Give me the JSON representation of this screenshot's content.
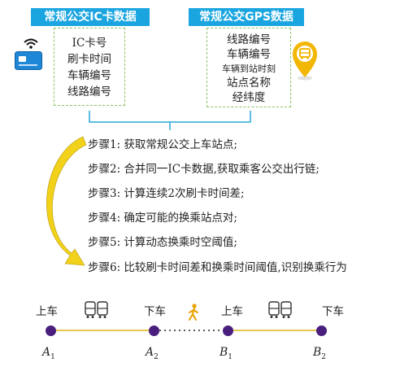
{
  "ic_card": {
    "title": "常规公交IC卡数据",
    "fields": [
      "IC卡号",
      "刷卡时间",
      "车辆编号",
      "线路编号"
    ]
  },
  "gps": {
    "title": "常规公交GPS数据",
    "fields": [
      "线路编号",
      "车辆编号",
      "车辆到站时刻",
      "站点名称",
      "经纬度"
    ]
  },
  "steps": [
    "步骤1: 获取常规公交上车站点;",
    "步骤2: 合并同一IC卡数据,获取乘客公交出行链;",
    "步骤3: 计算连续2次刷卡时间差;",
    "步骤4: 确定可能的换乘站点对;",
    "步骤5: 计算动态换乘时空阈值;",
    "步骤6: 比较刷卡时间差和换乘时间阈值,识别换乘行为"
  ],
  "timeline": {
    "labels": [
      "上车",
      "下车",
      "上车",
      "下车"
    ],
    "nodes": [
      {
        "letter": "A",
        "sub": "1"
      },
      {
        "letter": "A",
        "sub": "2"
      },
      {
        "letter": "B",
        "sub": "1"
      },
      {
        "letter": "B",
        "sub": "2"
      }
    ]
  },
  "icons": [
    "wifi-icon",
    "ic-card-icon",
    "bus-location-pin-icon",
    "bus-icon",
    "walking-person-icon"
  ],
  "colors": {
    "header": "#1aa5e0",
    "dashed_border": "#8fc36a",
    "bracket": "#2aa7d8",
    "arrow": "#f2d11a",
    "node": "#4a1e7c",
    "track": "#e6c94a",
    "pin": "#f2b705"
  }
}
